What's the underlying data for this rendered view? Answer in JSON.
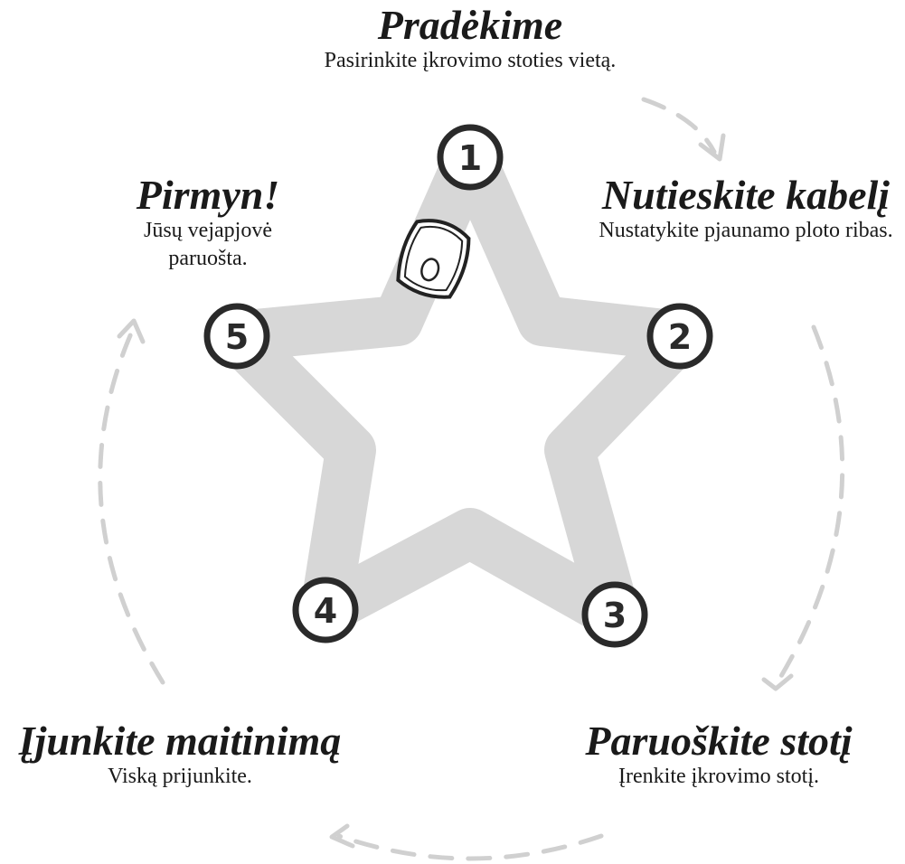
{
  "steps": [
    {
      "number": "1",
      "title": "Pradėkime",
      "description": "Pasirinkite įkrovimo stoties vietą."
    },
    {
      "number": "2",
      "title": "Nutieskite kabelį",
      "description": "Nustatykite pjaunamo ploto ribas."
    },
    {
      "number": "3",
      "title": "Paruoškite stotį",
      "description": "Įrenkite įkrovimo stotį."
    },
    {
      "number": "4",
      "title": "Įjunkite maitinimą",
      "description": "Viską prijunkite."
    },
    {
      "number": "5",
      "title": "Pirmyn!",
      "description": "Jūsų vejapjovė paruošta."
    }
  ],
  "colors": {
    "star_path": "#d7d7d7",
    "circle_fill": "#ffffff",
    "circle_stroke": "#2a2a2a",
    "arrow": "#d0d0d0",
    "text": "#1a1a1a"
  },
  "icons": {
    "mower": "robot-lawn-mower-icon",
    "arrow": "dashed-curved-arrow-icon"
  }
}
